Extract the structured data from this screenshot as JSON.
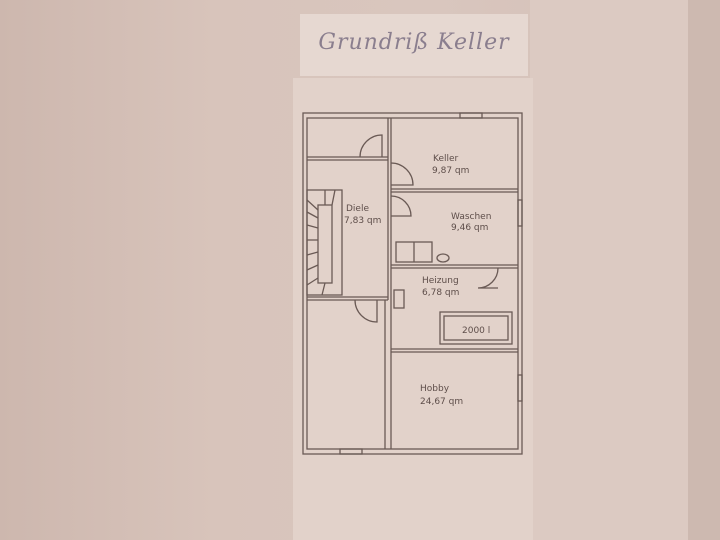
{
  "title": "Grundriß Keller",
  "rooms": [
    {
      "name": "Keller",
      "area": "9,87 qm"
    },
    {
      "name": "Diele",
      "area": "7,83 qm"
    },
    {
      "name": "Waschen",
      "area": "9,46 qm"
    },
    {
      "name": "Heizung",
      "area": "6,78 qm"
    },
    {
      "name": "Hobby",
      "area": "24,67 qm"
    }
  ],
  "tank_label": "2000 l",
  "colors": {
    "paper": "#e2d2ca",
    "ink": "#5e4e4a",
    "title_ink": "#8a7e8e"
  }
}
